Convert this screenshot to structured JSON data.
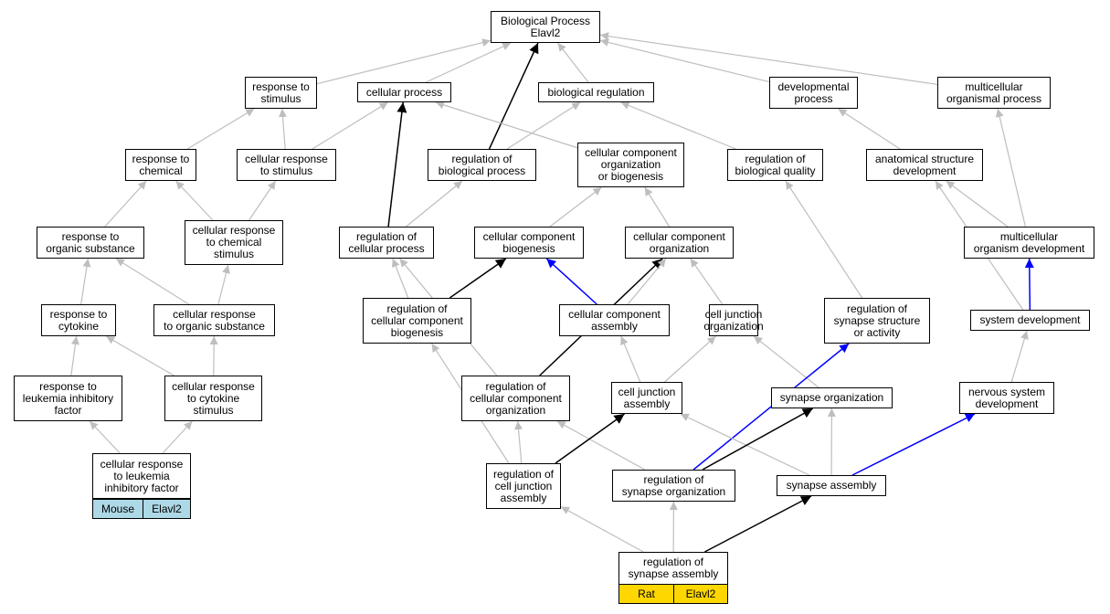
{
  "nodes": {
    "bp": "Biological Process\nElavl2",
    "rts": "response to\nstimulus",
    "cp": "cellular process",
    "br": "biological regulation",
    "dp": "developmental\nprocess",
    "mop": "multicellular\norganismal process",
    "rtc": "response to\nchemical",
    "crs": "cellular response\nto stimulus",
    "rbp": "regulation of\nbiological process",
    "ccob": "cellular component\norganization\nor biogenesis",
    "rbq": "regulation of\nbiological quality",
    "asd": "anatomical structure\ndevelopment",
    "ros": "response to\norganic substance",
    "crcs": "cellular response\nto chemical\nstimulus",
    "rcp": "regulation of\ncellular process",
    "ccb": "cellular component\nbiogenesis",
    "cco": "cellular component\norganization",
    "mod": "multicellular\norganism development",
    "rtcy": "response to\ncytokine",
    "cros": "cellular response\nto organic substance",
    "rccb": "regulation of\ncellular component\nbiogenesis",
    "cca": "cellular component\nassembly",
    "cjo": "cell junction\norganization",
    "rss": "regulation of\nsynapse structure\nor activity",
    "sd": "system development",
    "rlif": "response to\nleukemia inhibitory\nfactor",
    "crcy": "cellular response\nto cytokine\nstimulus",
    "rcco": "regulation of\ncellular component\norganization",
    "cja": "cell junction\nassembly",
    "so": "synapse organization",
    "nsd": "nervous system\ndevelopment",
    "crlif": "cellular response\nto leukemia\ninhibitory factor",
    "rcja": "regulation of\ncell junction\nassembly",
    "rso": "regulation of\nsynapse organization",
    "sa": "synapse assembly",
    "rsa": "regulation of\nsynapse assembly"
  },
  "tags": {
    "mouse": {
      "species": "Mouse",
      "gene": "Elavl2",
      "color": "#add8e6"
    },
    "rat": {
      "species": "Rat",
      "gene": "Elavl2",
      "color": "#ffd700"
    }
  },
  "edge_colors": {
    "gray": "#bebebe",
    "black": "#000000",
    "blue": "#0000ff"
  },
  "edges": [
    {
      "from": "rts",
      "to": "bp",
      "color": "gray"
    },
    {
      "from": "cp",
      "to": "bp",
      "color": "gray"
    },
    {
      "from": "br",
      "to": "bp",
      "color": "gray"
    },
    {
      "from": "dp",
      "to": "bp",
      "color": "gray"
    },
    {
      "from": "mop",
      "to": "bp",
      "color": "gray"
    },
    {
      "from": "rbp",
      "to": "bp",
      "color": "black"
    },
    {
      "from": "rtc",
      "to": "rts",
      "color": "gray"
    },
    {
      "from": "crs",
      "to": "rts",
      "color": "gray"
    },
    {
      "from": "crs",
      "to": "cp",
      "color": "gray"
    },
    {
      "from": "rcp",
      "to": "cp",
      "color": "black"
    },
    {
      "from": "ccob",
      "to": "cp",
      "color": "gray"
    },
    {
      "from": "rbp",
      "to": "br",
      "color": "gray"
    },
    {
      "from": "rbq",
      "to": "br",
      "color": "gray"
    },
    {
      "from": "asd",
      "to": "dp",
      "color": "gray"
    },
    {
      "from": "mod",
      "to": "mop",
      "color": "gray"
    },
    {
      "from": "ros",
      "to": "rtc",
      "color": "gray"
    },
    {
      "from": "crcs",
      "to": "rtc",
      "color": "gray"
    },
    {
      "from": "crcs",
      "to": "crs",
      "color": "gray"
    },
    {
      "from": "rcp",
      "to": "rbp",
      "color": "gray"
    },
    {
      "from": "ccb",
      "to": "ccob",
      "color": "gray"
    },
    {
      "from": "cco",
      "to": "ccob",
      "color": "gray"
    },
    {
      "from": "rss",
      "to": "rbq",
      "color": "gray"
    },
    {
      "from": "mod",
      "to": "asd",
      "color": "gray"
    },
    {
      "from": "sd",
      "to": "asd",
      "color": "gray"
    },
    {
      "from": "rtcy",
      "to": "ros",
      "color": "gray"
    },
    {
      "from": "cros",
      "to": "ros",
      "color": "gray"
    },
    {
      "from": "cros",
      "to": "crcs",
      "color": "gray"
    },
    {
      "from": "rccb",
      "to": "rcp",
      "color": "gray"
    },
    {
      "from": "rcco",
      "to": "rcp",
      "color": "gray"
    },
    {
      "from": "rccb",
      "to": "ccb",
      "color": "black"
    },
    {
      "from": "cca",
      "to": "ccb",
      "color": "blue"
    },
    {
      "from": "rcco",
      "to": "cco",
      "color": "black"
    },
    {
      "from": "cca",
      "to": "cco",
      "color": "gray"
    },
    {
      "from": "cjo",
      "to": "cco",
      "color": "gray"
    },
    {
      "from": "sd",
      "to": "mod",
      "color": "blue"
    },
    {
      "from": "rlif",
      "to": "rtcy",
      "color": "gray"
    },
    {
      "from": "crcy",
      "to": "rtcy",
      "color": "gray"
    },
    {
      "from": "crcy",
      "to": "cros",
      "color": "gray"
    },
    {
      "from": "rcja",
      "to": "rccb",
      "color": "gray"
    },
    {
      "from": "cja",
      "to": "cca",
      "color": "gray"
    },
    {
      "from": "cja",
      "to": "cjo",
      "color": "gray"
    },
    {
      "from": "so",
      "to": "cjo",
      "color": "gray"
    },
    {
      "from": "rso",
      "to": "rss",
      "color": "blue"
    },
    {
      "from": "nsd",
      "to": "sd",
      "color": "gray"
    },
    {
      "from": "crlif",
      "to": "rlif",
      "color": "gray"
    },
    {
      "from": "crlif",
      "to": "crcy",
      "color": "gray"
    },
    {
      "from": "rcja",
      "to": "rcco",
      "color": "gray"
    },
    {
      "from": "rso",
      "to": "rcco",
      "color": "gray"
    },
    {
      "from": "rcja",
      "to": "cja",
      "color": "black"
    },
    {
      "from": "sa",
      "to": "cja",
      "color": "gray"
    },
    {
      "from": "rso",
      "to": "so",
      "color": "black"
    },
    {
      "from": "sa",
      "to": "so",
      "color": "gray"
    },
    {
      "from": "sa",
      "to": "nsd",
      "color": "blue"
    },
    {
      "from": "rsa",
      "to": "rcja",
      "color": "gray"
    },
    {
      "from": "rsa",
      "to": "rso",
      "color": "gray"
    },
    {
      "from": "rsa",
      "to": "sa",
      "color": "black"
    }
  ]
}
